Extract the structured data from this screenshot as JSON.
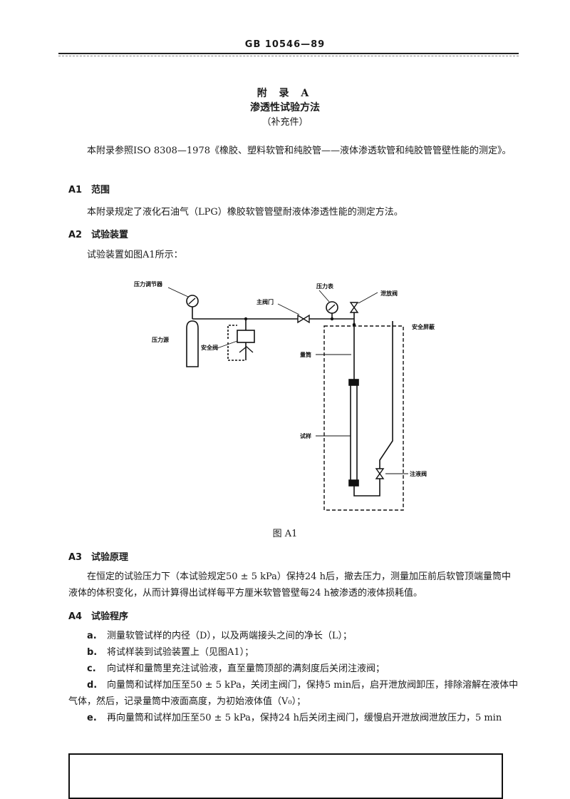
{
  "header": {
    "code": "GB 10546—89"
  },
  "appendix": {
    "label": "附 录 A",
    "title": "渗透性试验方法",
    "note": "（补充件）"
  },
  "intro": "本附录参照ISO 8308—1978《橡胶、塑料软管和纯胶管——液体渗透软管和纯胶管管壁性能的测定》。",
  "sections": {
    "a1": {
      "num": "A1",
      "title": "范围",
      "text": "本附录规定了液化石油气（LPG）橡胶软管管壁耐液体渗透性能的测定方法。"
    },
    "a2": {
      "num": "A2",
      "title": "试验装置",
      "text": "试验装置如图A1所示："
    },
    "a3": {
      "num": "A3",
      "title": "试验原理",
      "text": "在恒定的试验压力下（本试验规定50 ± 5 kPa）保持24 h后，撤去压力，测量加压前后软管顶端量筒中液体的体积变化，从而计算得出试样每平方厘米软管管壁每24 h被渗透的液体损耗值。"
    },
    "a4": {
      "num": "A4",
      "title": "试验程序"
    }
  },
  "figure": {
    "caption": "图 A1",
    "labels": {
      "regulator": "压力调节器",
      "source": "压力源",
      "main_valve": "主阀门",
      "gauge": "压力表",
      "vent_valve": "泄放阀",
      "shield": "安全屏蔽",
      "safety_valve": "安全阀",
      "cylinder": "量筒",
      "sample": "试样",
      "fill_valve": "注液阀"
    }
  },
  "steps": [
    {
      "mark": "a.",
      "text": "测量软管试样的内径（D），以及两端接头之间的净长（L）；"
    },
    {
      "mark": "b.",
      "text": "将试样装到试验装置上（见图A1）；"
    },
    {
      "mark": "c.",
      "text": "向试样和量筒里充注试验液，直至量筒顶部的满刻度后关闭注液阀；"
    },
    {
      "mark": "d.",
      "text": "向量筒和试样加压至50 ± 5 kPa，关闭主阀门，保持5 min后，启开泄放阀卸压，排除溶解在液体中气体，然后，记录量筒中液面高度，为初始液体值（V₀）；"
    },
    {
      "mark": "e.",
      "text": "再向量筒和试样加压至50 ± 5 kPa，保持24 h后关闭主阀门，缓慢启开泄放阀泄放压力，5 min"
    }
  ]
}
